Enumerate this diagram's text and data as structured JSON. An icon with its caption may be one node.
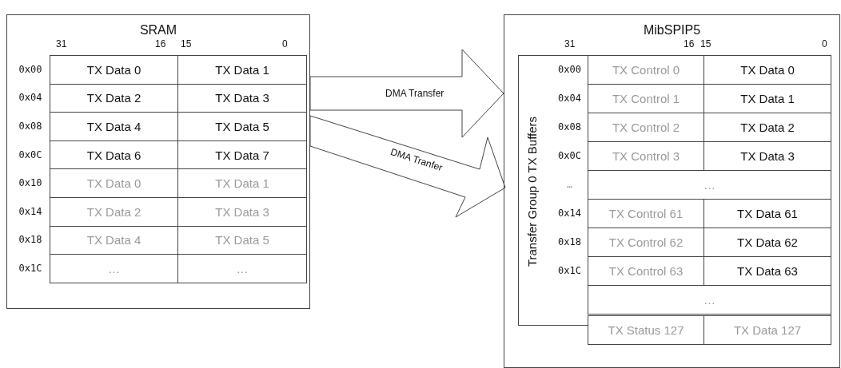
{
  "diagram": {
    "nodes": [
      {
        "text": [
          "SRAM"
        ]
      },
      {
        "text": [
          "MibSPIP5"
        ]
      },
      {
        "text": [
          "Transfer Group 0 TX Buffers"
        ],
        "in": 1
      }
    ],
    "edges": [
      {
        "from": 0,
        "to": 1,
        "arrow": "to",
        "label": "DMA Transfer"
      },
      {
        "from": 0,
        "to": 1,
        "arrow": "to",
        "label": "DMA Tranfer"
      }
    ],
    "labels": [
      "31",
      "16",
      "15",
      "0",
      "0x00",
      "TX Data 0",
      "TX Data 1",
      "0x04",
      "TX Data 2",
      "TX Data 3",
      "0x08",
      "TX Data 4",
      "TX Data 5",
      "0x0C",
      "TX Data 6",
      "TX Data 7",
      "0x10",
      "TX Data 0",
      "TX Data 1",
      "0x14",
      "TX Data 2",
      "TX Data 3",
      "0x18",
      "TX Data 4",
      "TX Data 5",
      "0x1C",
      "…",
      "…",
      "31",
      "16",
      "15",
      "0",
      "0x00",
      "TX Control 0",
      "TX Data 0",
      "0x04",
      "TX Control 1",
      "TX Data 1",
      "0x08",
      "TX Control 2",
      "TX Data 2",
      "0x0C",
      "TX Control 3",
      "TX Data 3",
      "…",
      "…",
      "0x14",
      "TX Control 61",
      "TX Data 61",
      "0x18",
      "TX Control 62",
      "TX Data 62",
      "0x1C",
      "TX Control 63",
      "TX Data 63",
      "…",
      "TX Status 127",
      "TX Data 127"
    ]
  }
}
